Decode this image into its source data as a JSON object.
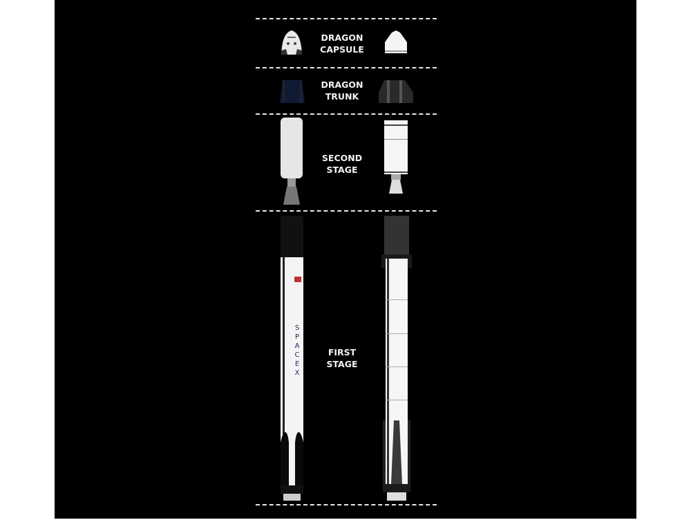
{
  "sections": [
    {
      "line1": "DRAGON",
      "line2": "CAPSULE"
    },
    {
      "line1": "DRAGON",
      "line2": "TRUNK"
    },
    {
      "line1": "SECOND",
      "line2": "STAGE"
    },
    {
      "line1": "FIRST",
      "line2": "STAGE"
    }
  ],
  "rocket_text": "SPACEX",
  "colors": {
    "background": "#000000",
    "divider": "#e8e8e8",
    "label": "#f2f2f2",
    "rocket_body": "#f4f4f4",
    "interstage": "#111111",
    "trunk_left": "#101a33"
  }
}
